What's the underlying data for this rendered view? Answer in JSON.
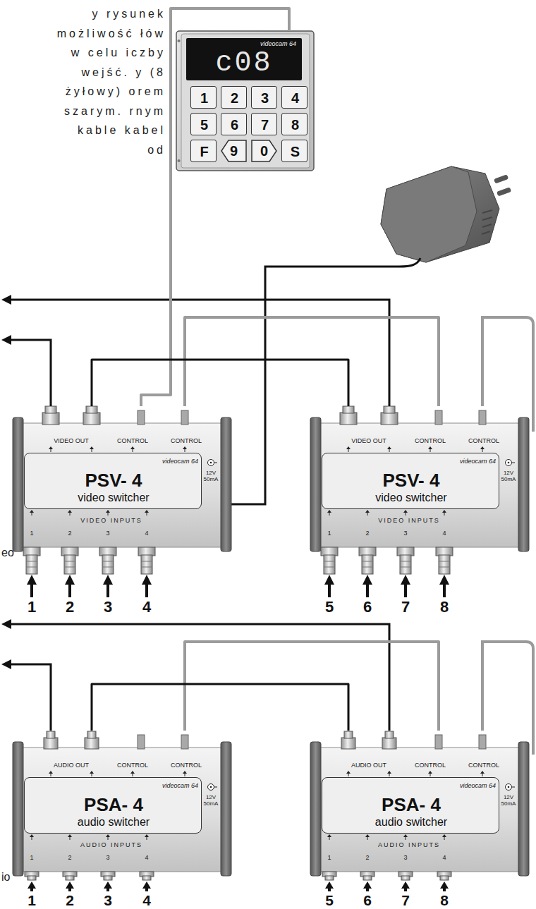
{
  "diagram": {
    "nodes": [
      {
        "text": [
          "videocam 64",
          "c08"
        ]
      },
      {
        "text": [
          "1"
        ],
        "in": 0
      },
      {
        "text": [
          "2"
        ],
        "in": 0
      },
      {
        "text": [
          "3"
        ],
        "in": 0
      },
      {
        "text": [
          "4"
        ],
        "in": 0
      },
      {
        "text": [
          "5"
        ],
        "in": 0
      },
      {
        "text": [
          "6"
        ],
        "in": 0
      },
      {
        "text": [
          "7"
        ],
        "in": 0
      },
      {
        "text": [
          "8"
        ],
        "in": 0
      },
      {
        "text": [
          "F"
        ],
        "in": 0
      },
      {
        "text": [
          "9"
        ],
        "in": 0
      },
      {
        "text": [
          "0"
        ],
        "in": 0
      },
      {
        "text": [
          "S"
        ],
        "in": 0
      },
      {
        "text": [
          "VIDEO OUT",
          "CONTROL",
          "CONTROL",
          "12V 50mA",
          "VIDEO INPUTS",
          "1",
          "2",
          "3",
          "4"
        ]
      },
      {
        "text": [
          "videocam 64",
          "PSV- 4",
          "video switcher"
        ],
        "in": 13
      },
      {
        "text": [
          "VIDEO OUT",
          "CONTROL",
          "CONTROL",
          "12V 50mA",
          "VIDEO INPUTS",
          "1",
          "2",
          "3",
          "4"
        ]
      },
      {
        "text": [
          "videocam 64",
          "PSV- 4",
          "video switcher"
        ],
        "in": 15
      },
      {
        "text": [
          "AUDIO OUT",
          "CONTROL",
          "CONTROL",
          "12V 50mA",
          "AUDIO INPUTS",
          "1",
          "2",
          "3",
          "4"
        ]
      },
      {
        "text": [
          "videocam 64",
          "PSA- 4",
          "audio switcher"
        ],
        "in": 17
      },
      {
        "text": [
          "AUDIO OUT",
          "CONTROL",
          "CONTROL",
          "12V 50mA",
          "AUDIO INPUTS",
          "1",
          "2",
          "3",
          "4"
        ]
      },
      {
        "text": [
          "videocam 64",
          "PSA- 4",
          "audio switcher"
        ],
        "in": 19
      }
    ],
    "edges": [
      {
        "from": 0,
        "to": 13,
        "arrow": "none"
      },
      {
        "from": 13,
        "to": 15,
        "arrow": "none"
      },
      {
        "from": 13,
        "to": 15,
        "arrow": "none"
      },
      {
        "from": 17,
        "to": 19,
        "arrow": "none"
      },
      {
        "from": 17,
        "to": 19,
        "arrow": "none"
      }
    ],
    "labels": [
      "y rysunek możliwość łów w celu iczby wejść. y (8 żyłowy) orem szarym. rnym kable kabel od",
      "eo",
      "1",
      "2",
      "3",
      "4",
      "5",
      "6",
      "7",
      "8",
      "io",
      "1",
      "2",
      "3",
      "4",
      "5",
      "6",
      "7",
      "8"
    ]
  }
}
